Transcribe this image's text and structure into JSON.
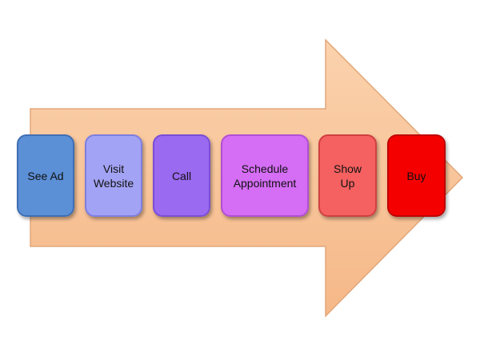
{
  "diagram": {
    "arrow": {
      "fill": "#f7c294",
      "stroke": "#e2a77a"
    },
    "steps": [
      {
        "label": "See Ad",
        "fill": "#5b8fd6",
        "border": "#3f6fb5"
      },
      {
        "label": "Visit\nWebsite",
        "fill": "#a3a3f5",
        "border": "#7e7ee0"
      },
      {
        "label": "Call",
        "fill": "#9a6af0",
        "border": "#7a4ed6"
      },
      {
        "label": "Schedule\nAppointment",
        "fill": "#d56df5",
        "border": "#b24fd6"
      },
      {
        "label": "Show\nUp",
        "fill": "#f56060",
        "border": "#d04040"
      },
      {
        "label": "Buy",
        "fill": "#f50000",
        "border": "#c00000"
      }
    ]
  }
}
